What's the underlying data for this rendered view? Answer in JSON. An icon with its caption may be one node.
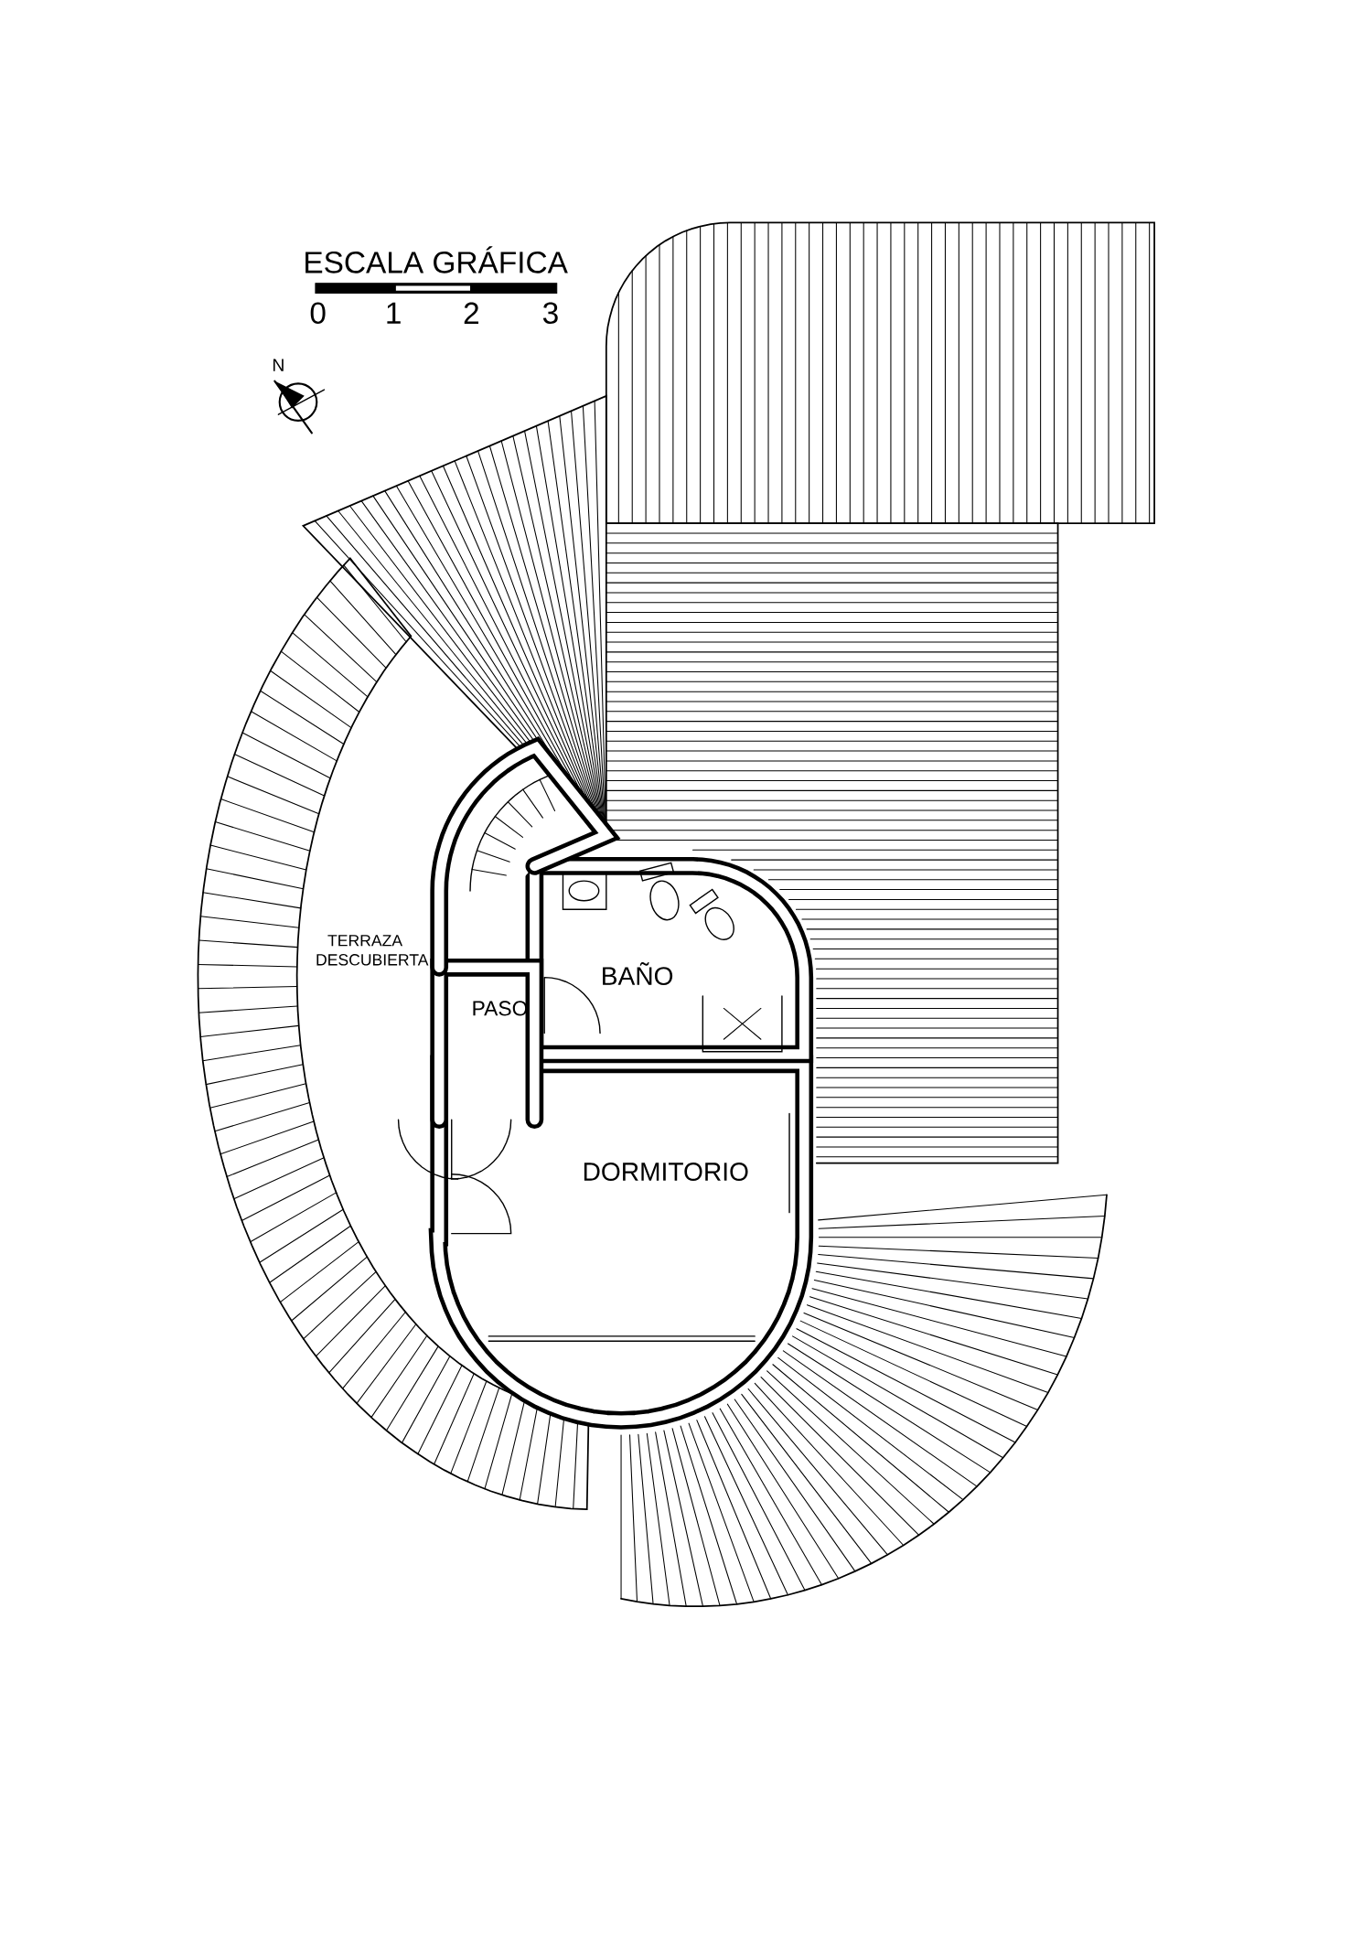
{
  "diagram": {
    "labels": [
      "ESCALA GRÁFICA",
      "0",
      "1",
      "2",
      "3",
      "N",
      "TERRAZA DESCUBIERTA",
      "PASO",
      "BAÑO",
      "DORMITORIO"
    ]
  }
}
